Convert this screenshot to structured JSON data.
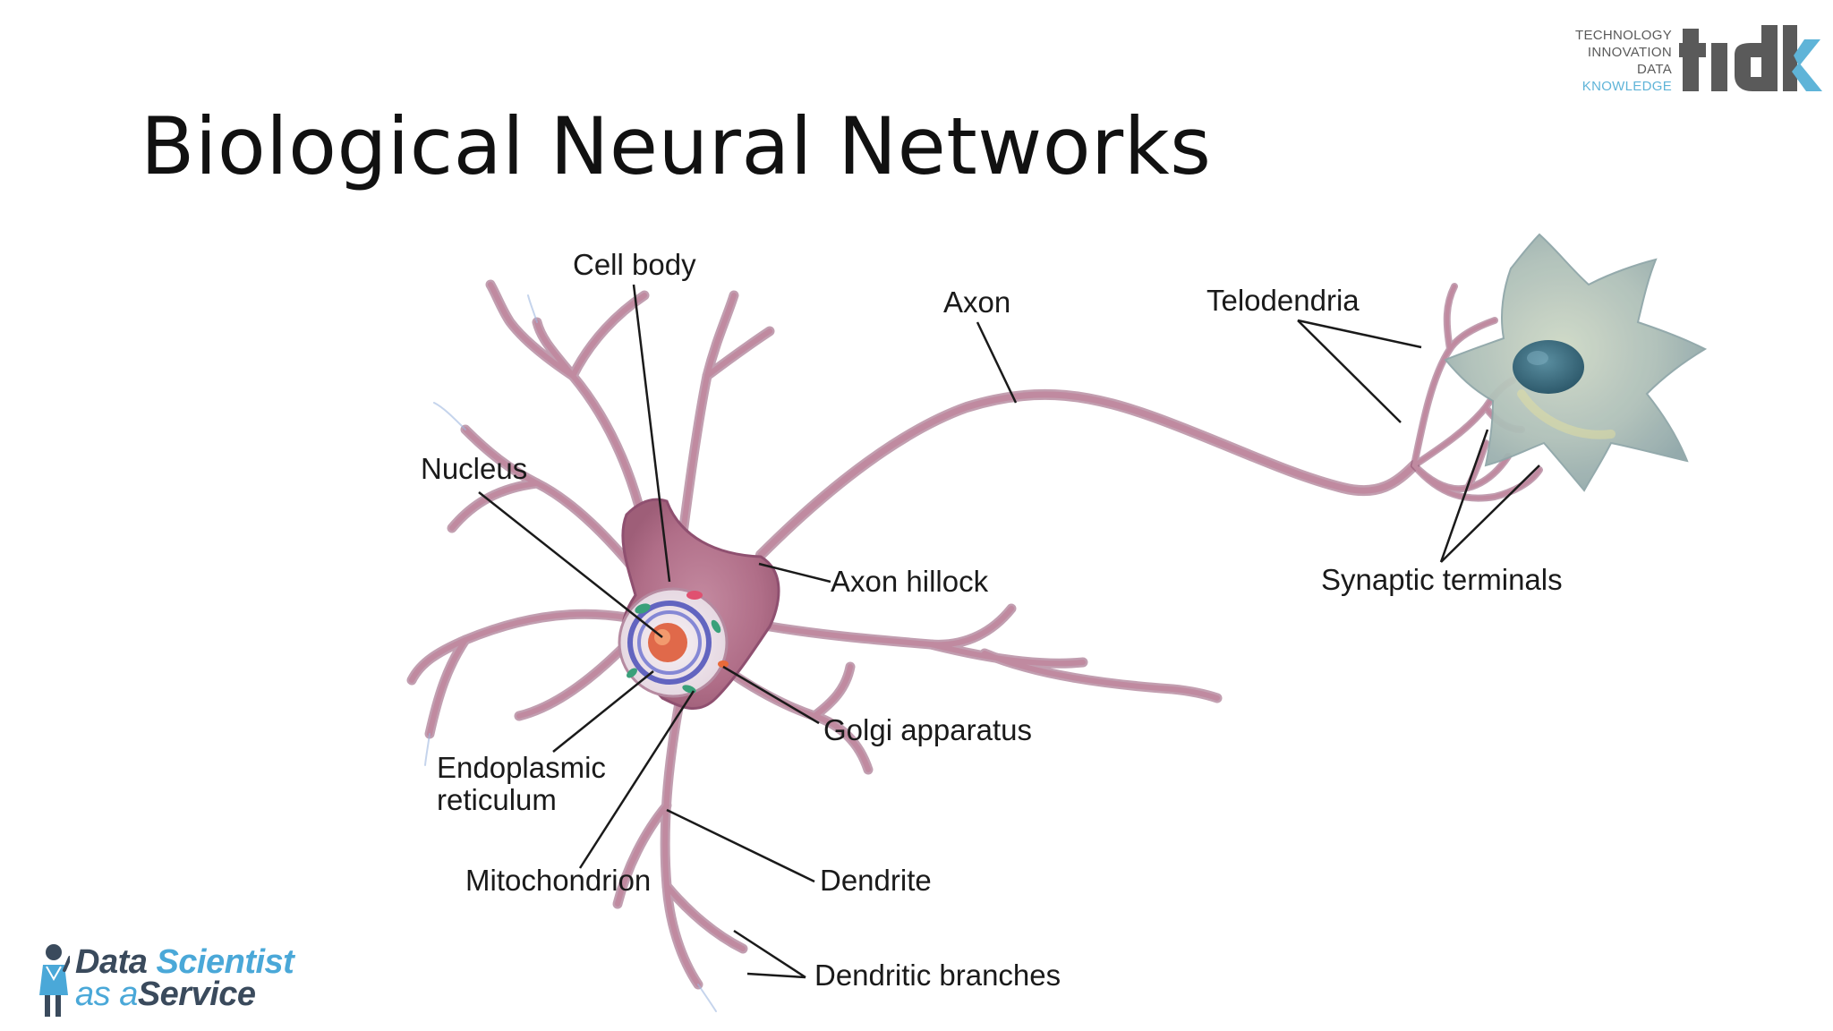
{
  "slide": {
    "title": "Biological Neural Networks"
  },
  "labels": {
    "cell_body": "Cell body",
    "axon": "Axon",
    "telodendria": "Telodendria",
    "nucleus": "Nucleus",
    "axon_hillock": "Axon hillock",
    "synaptic_terminals": "Synaptic terminals",
    "golgi_apparatus": "Golgi apparatus",
    "endoplasmic_reticulum_1": "Endoplasmic",
    "endoplasmic_reticulum_2": "reticulum",
    "mitochondrion": "Mitochondrion",
    "dendrite": "Dendrite",
    "dendritic_branches": "Dendritic branches"
  },
  "logos": {
    "tidk": {
      "words": [
        "TECHNOLOGY",
        "INNOVATION",
        "DATA",
        "KNOWLEDGE"
      ],
      "mark": "tidk",
      "dark_color": "#5a5a5a",
      "accent_color": "#5fb4d8"
    },
    "das": {
      "word_data": "Data",
      "word_scientist": "Scientist",
      "word_as_a": "as a",
      "word_service": "Service",
      "dark_color": "#3a4a5c",
      "accent_color": "#4aa8d8"
    }
  },
  "colors": {
    "neuron_stroke": "#9c5a76",
    "neuron_fill": "#b5768e",
    "neuron_highlight": "#d8a3b6",
    "leader_line": "#1a1a1a",
    "nucleus_fill": "#e0694a",
    "nucleus_ring": "#4a4fb8",
    "target_cell": "#a9b9b6",
    "target_nucleus": "#3e6e80"
  }
}
